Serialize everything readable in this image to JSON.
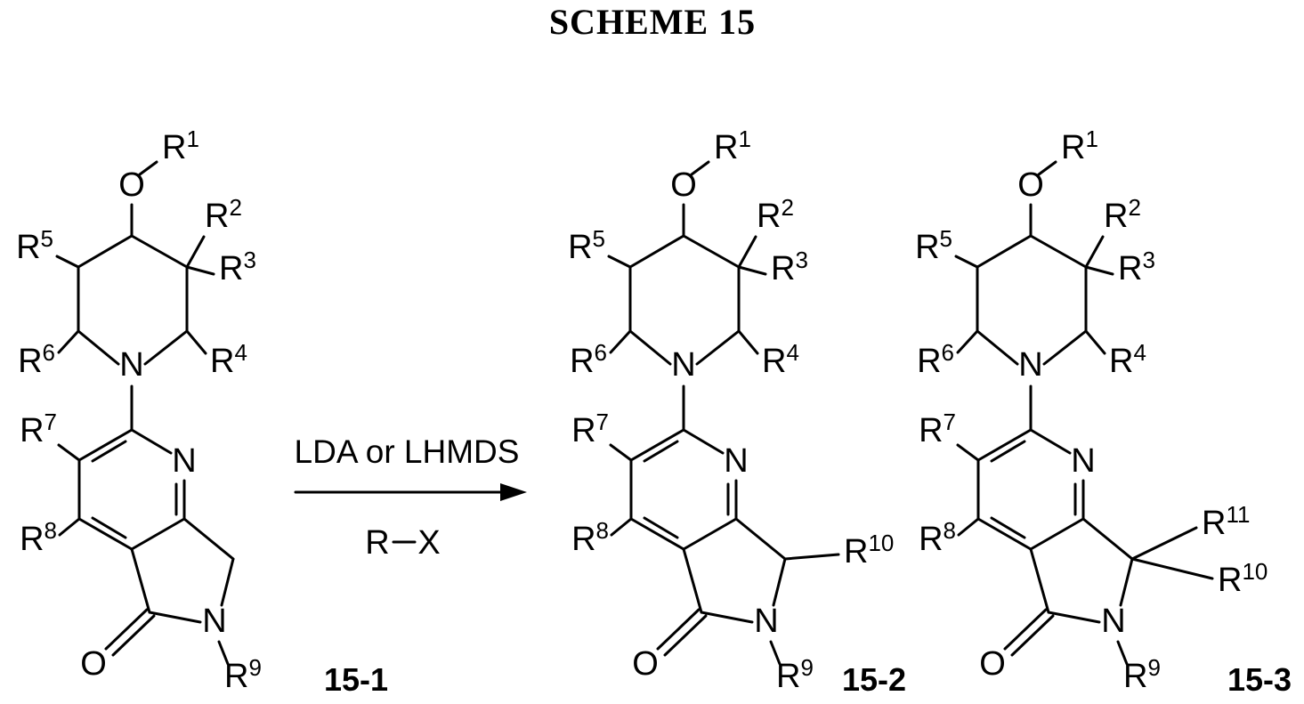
{
  "title": "SCHEME 15",
  "reaction": {
    "conditions": "LDA or LHMDS",
    "reagent_r": "R",
    "reagent_x": "X"
  },
  "structures": [
    {
      "id": "15-1",
      "atoms": {
        "ether_o": "O",
        "pip_n": "N",
        "pyr_n": "N",
        "carbonyl_o": "O",
        "lactam_n": "N"
      },
      "sub": {
        "R1": {
          "b": "R",
          "s": "1"
        },
        "R2": {
          "b": "R",
          "s": "2"
        },
        "R3": {
          "b": "R",
          "s": "3"
        },
        "R4": {
          "b": "R",
          "s": "4"
        },
        "R5": {
          "b": "R",
          "s": "5"
        },
        "R6": {
          "b": "R",
          "s": "6"
        },
        "R7": {
          "b": "R",
          "s": "7"
        },
        "R8": {
          "b": "R",
          "s": "8"
        },
        "R9": {
          "b": "R",
          "s": "9"
        }
      }
    },
    {
      "id": "15-2",
      "atoms": {
        "ether_o": "O",
        "pip_n": "N",
        "pyr_n": "N",
        "carbonyl_o": "O",
        "lactam_n": "N"
      },
      "sub": {
        "R1": {
          "b": "R",
          "s": "1"
        },
        "R2": {
          "b": "R",
          "s": "2"
        },
        "R3": {
          "b": "R",
          "s": "3"
        },
        "R4": {
          "b": "R",
          "s": "4"
        },
        "R5": {
          "b": "R",
          "s": "5"
        },
        "R6": {
          "b": "R",
          "s": "6"
        },
        "R7": {
          "b": "R",
          "s": "7"
        },
        "R8": {
          "b": "R",
          "s": "8"
        },
        "R9": {
          "b": "R",
          "s": "9"
        },
        "R10": {
          "b": "R",
          "s": "10"
        }
      }
    },
    {
      "id": "15-3",
      "atoms": {
        "ether_o": "O",
        "pip_n": "N",
        "pyr_n": "N",
        "carbonyl_o": "O",
        "lactam_n": "N"
      },
      "sub": {
        "R1": {
          "b": "R",
          "s": "1"
        },
        "R2": {
          "b": "R",
          "s": "2"
        },
        "R3": {
          "b": "R",
          "s": "3"
        },
        "R4": {
          "b": "R",
          "s": "4"
        },
        "R5": {
          "b": "R",
          "s": "5"
        },
        "R6": {
          "b": "R",
          "s": "6"
        },
        "R7": {
          "b": "R",
          "s": "7"
        },
        "R8": {
          "b": "R",
          "s": "8"
        },
        "R9": {
          "b": "R",
          "s": "9"
        },
        "R10": {
          "b": "R",
          "s": "10"
        },
        "R11": {
          "b": "R",
          "s": "11"
        }
      }
    }
  ]
}
